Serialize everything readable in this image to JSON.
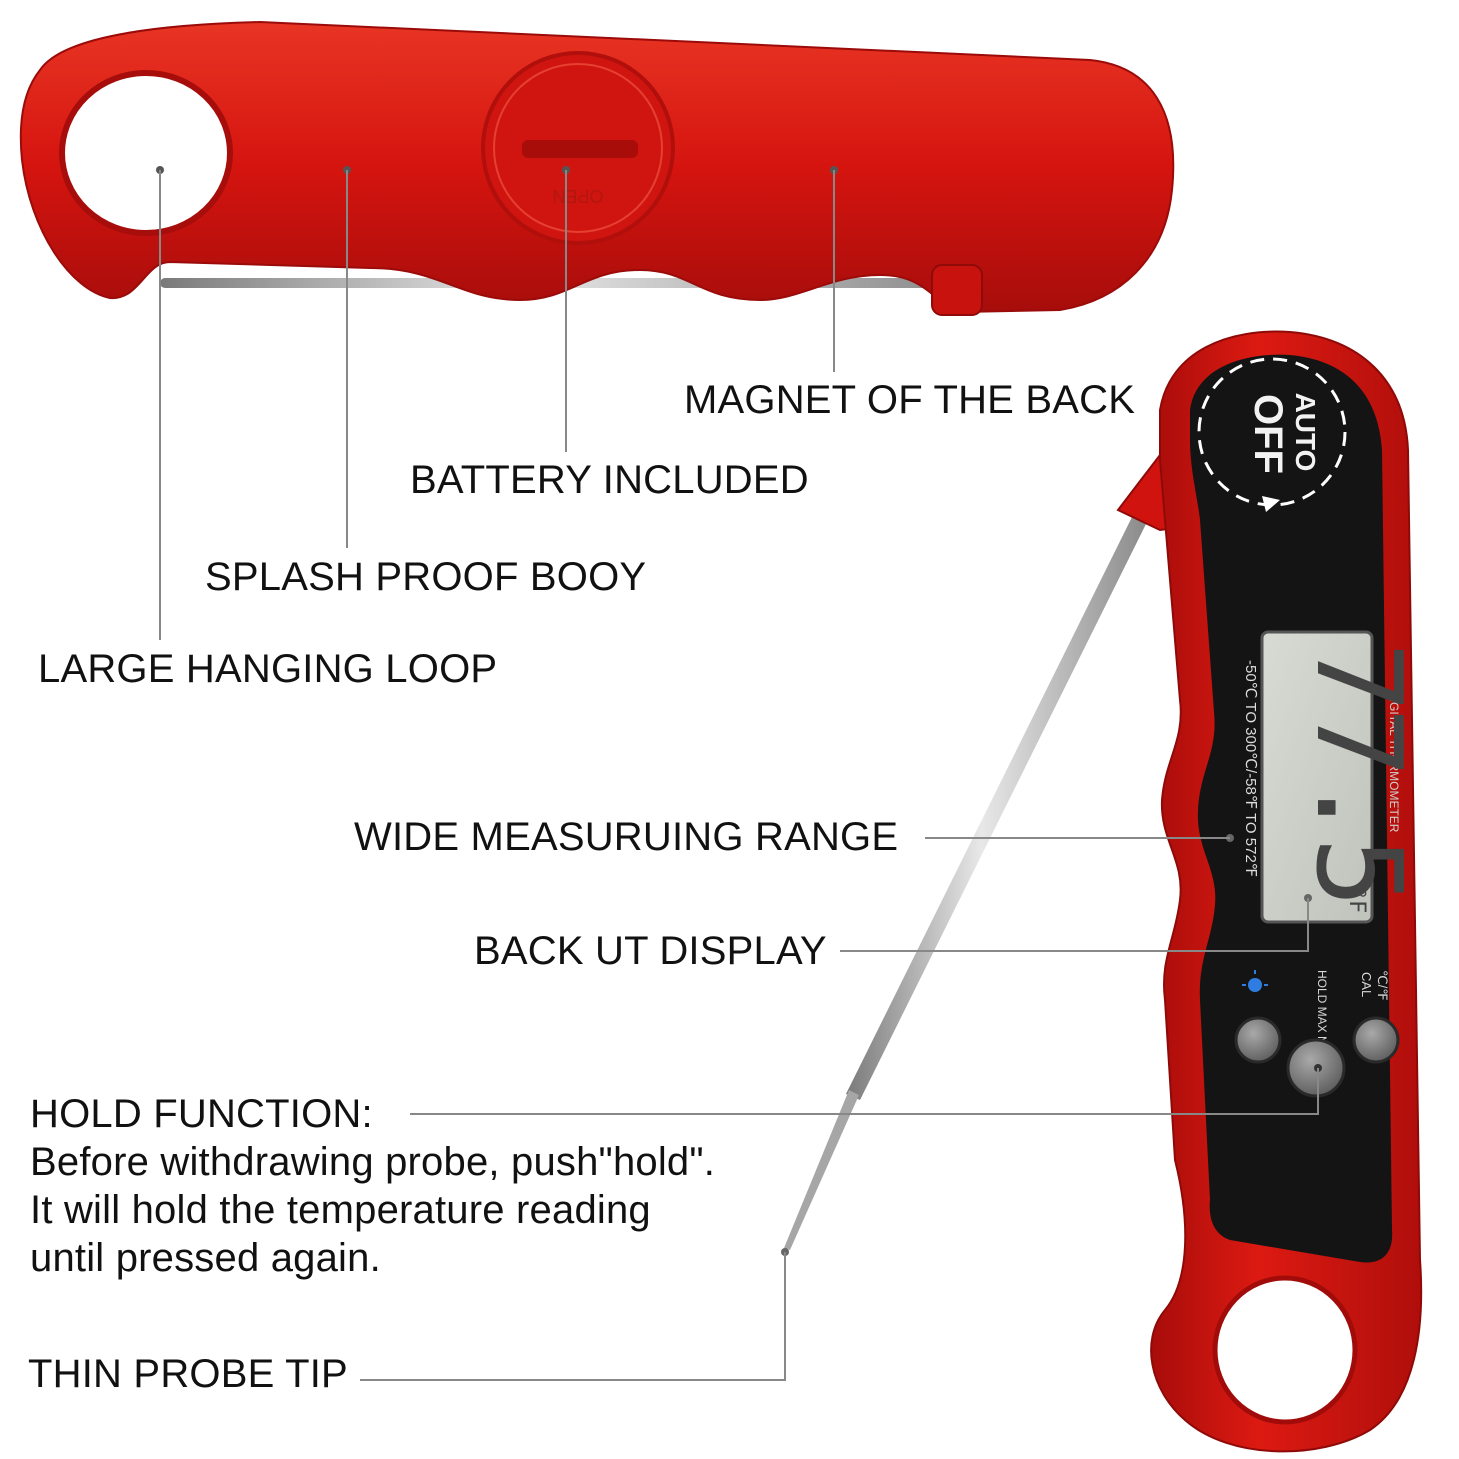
{
  "callouts": {
    "magnet": "MAGNET OF THE BACK",
    "battery": "BATTERY INCLUDED",
    "body": "SPLASH PROOF BOOY",
    "loop": "LARGE HANGING LOOP",
    "range": "WIDE MEASURUING RANGE",
    "display": "BACK UT DISPLAY",
    "hold": {
      "title": "HOLD FUNCTION:",
      "line1": "Before withdrawing probe, push\"hold\".",
      "line2": "It will hold the temperature reading",
      "line3": "until pressed again."
    },
    "tip": "THIN PROBE TIP"
  },
  "device": {
    "auto_text": "AUTO",
    "off_text": "OFF",
    "range_text": "-50℃ TO 300℃/-58℉ TO 572℉",
    "brand_text": "DIGITAL THERMOMETER",
    "reading": "77.5",
    "unit": "°F",
    "button_hold": "HOLD MAX MIN",
    "button_cal_top": "℃/℉",
    "button_cal_bottom": "CAL",
    "battery_cover_text": "OPEN"
  },
  "colors": {
    "body_red": "#d9120f",
    "panel_black": "#151515",
    "lcd": "#cfd2cb"
  }
}
